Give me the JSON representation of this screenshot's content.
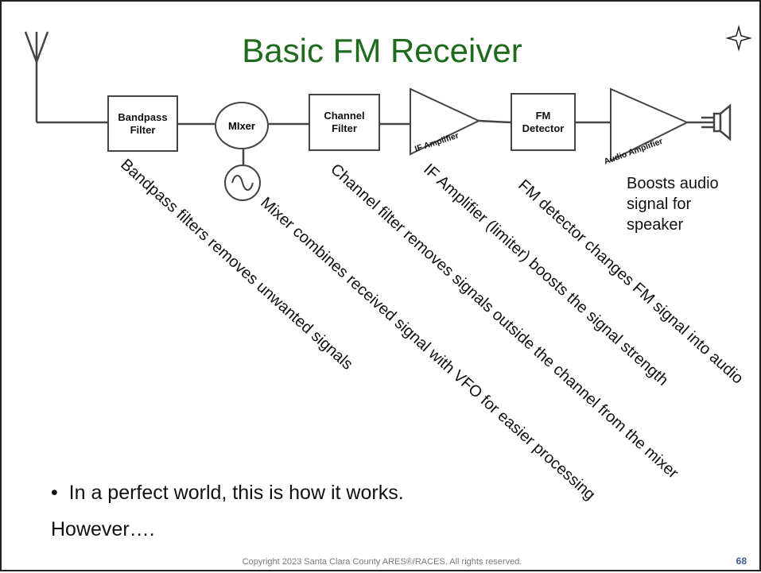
{
  "title": "Basic FM Receiver",
  "blocks": {
    "bandpass": "Bandpass\nFilter",
    "mixer": "MIxer",
    "channel": "Channel\nFilter",
    "if_amp": "IF Amplifier",
    "fm_detector": "FM\nDetector",
    "audio_amp": "Audio Amplifier"
  },
  "descriptions": {
    "bandpass": "Bandpass filters removes unwanted signals",
    "mixer": "Mixer combines received signal with VFO for easier processing",
    "channel": "Channel filter removes signals outside the channel from the mixer",
    "if_amp": "IF Amplifier (limiter) boosts the signal strength",
    "fm_detector": "FM detector changes FM signal into audio",
    "audio_amp": "Boosts audio signal for speaker"
  },
  "bullet": "In a perfect world, this is how it works.",
  "however": "However….",
  "copyright": "Copyright 2023  Santa Clara County ARES®/RACES. All rights reserved.",
  "page_number": "68",
  "colors": {
    "title": "#1e6b1e",
    "line": "#444444",
    "page_number": "#3b5a9a"
  }
}
